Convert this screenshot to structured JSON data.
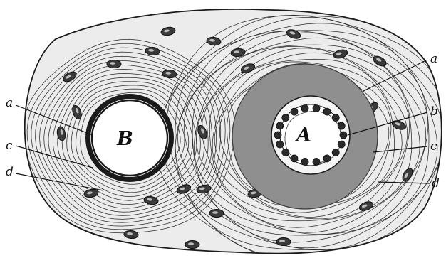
{
  "figure": {
    "labels_left": [
      "a",
      "c",
      "d"
    ],
    "labels_right": [
      "a",
      "b",
      "c",
      "d"
    ],
    "vessel_b_label": "B",
    "vessel_a_label": "A"
  },
  "colors": {
    "ink": "#111111",
    "fibrous_tissue": "#ededed",
    "gland_layer": "#8f8f8f",
    "lumen": "#ffffff"
  }
}
